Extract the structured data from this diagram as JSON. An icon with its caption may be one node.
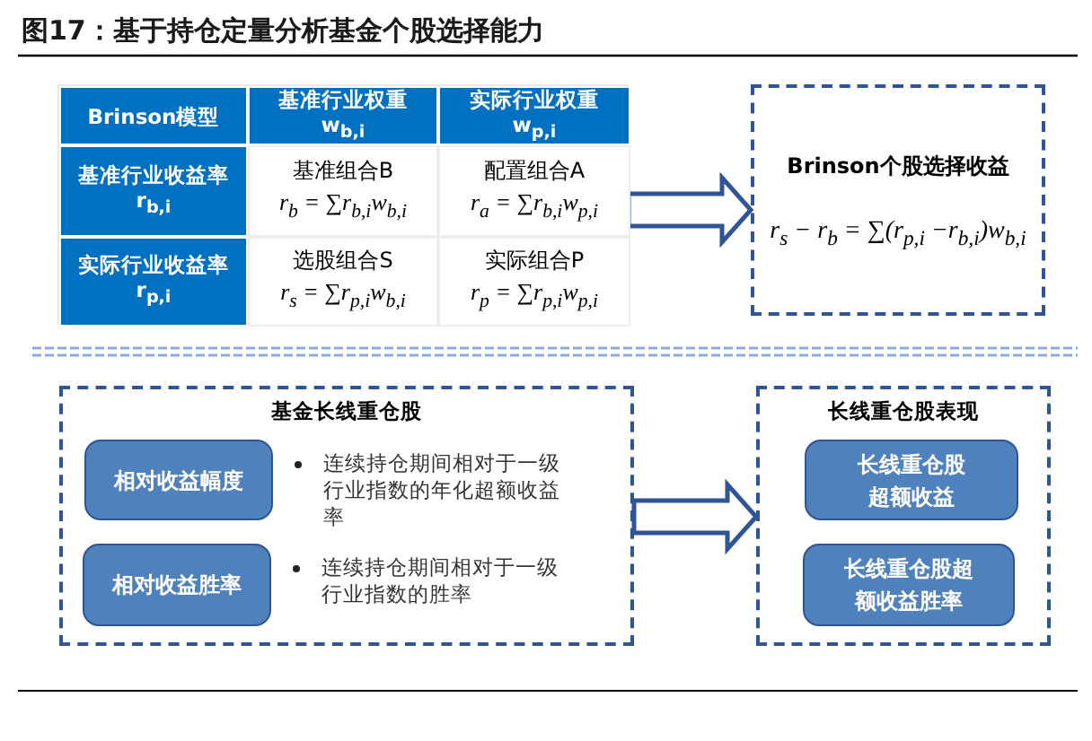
{
  "diagram": {
    "title": "图17：基于持仓定量分析基金个股选择能力",
    "nodes": [
      {
        "text": [],
        "shape": "box"
      },
      {
        "text": [
          "Brinson模型"
        ],
        "in": 0
      },
      {
        "text": [
          "基准行业权重",
          "w$_{b,i}$"
        ],
        "in": 0
      },
      {
        "text": [
          "实际行业权重",
          "w$_{p,i}$"
        ],
        "in": 0
      },
      {
        "text": [
          "基准行业收益率",
          "r$_{b,i}$"
        ],
        "in": 0
      },
      {
        "text": [
          "基准组合B",
          "r$_{b}$ = ∑r$_{b,i}$w$_{b,i}$"
        ],
        "in": 0
      },
      {
        "text": [
          "配置组合A",
          "r$_{a}$ = ∑r$_{b,i}$w$_{p,i}$"
        ],
        "in": 0
      },
      {
        "text": [
          "实际行业收益率",
          "r$_{p,i}$"
        ],
        "in": 0
      },
      {
        "text": [
          "选股组合S",
          "r$_{s}$ = ∑r$_{p,i}$w$_{b,i}$"
        ],
        "in": 0
      },
      {
        "text": [
          "实际组合P",
          "r$_{p}$ = ∑r$_{p,i}$w$_{p,i}$"
        ],
        "in": 0
      },
      {
        "text": [
          "Brinson个股选择收益",
          "r$_{s}$ − r$_{b}$ = ∑(r$_{p,i}$ −r$_{b,i}$)w$_{b,i}$"
        ]
      },
      {
        "text": [
          "基金长线重仓股"
        ]
      },
      {
        "text": [
          "相对收益幅度"
        ],
        "in": 11,
        "beside": [
          "连续持仓期间相对于一级行业指数的年化超额收益率"
        ]
      },
      {
        "text": [
          "相对收益胜率"
        ],
        "in": 11,
        "beside": [
          "连续持仓期间相对于一级行业指数的胜率"
        ]
      },
      {
        "text": [
          "长线重仓股表现"
        ]
      },
      {
        "text": [
          "长线重仓股超额收益"
        ],
        "in": 14
      },
      {
        "text": [
          "长线重仓股超额收益胜率"
        ],
        "in": 14
      }
    ],
    "edges": [
      {
        "from": 0,
        "to": 10,
        "arrow": "to",
        "style": "thick"
      },
      {
        "from": 11,
        "to": 14,
        "arrow": "to",
        "style": "thick"
      }
    ]
  }
}
